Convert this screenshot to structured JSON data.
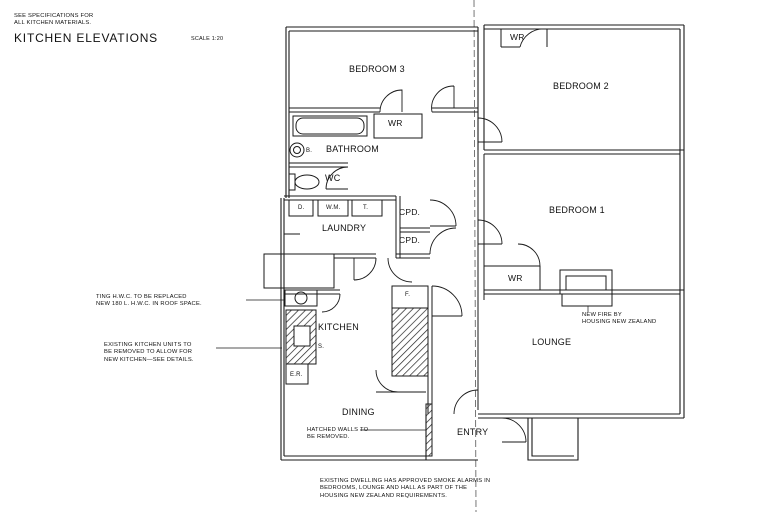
{
  "header": {
    "spec_note": "SEE SPECIFICATIONS FOR\nALL KITCHEN MATERIALS.",
    "title": "KITCHEN ELEVATIONS",
    "scale": "SCALE 1:20"
  },
  "rooms": {
    "bedroom3": "BEDROOM 3",
    "bedroom2": "BEDROOM 2",
    "bedroom1": "BEDROOM 1",
    "bathroom": "BATHROOM",
    "wc": "WC",
    "laundry": "LAUNDRY",
    "kitchen": "KITCHEN",
    "dining": "DINING",
    "lounge": "LOUNGE",
    "entry": "ENTRY"
  },
  "fixtures": {
    "wr_bed3": "WR",
    "wr_bed2": "WR",
    "wr_bed1": "WR",
    "cpd_upper": "CPD.",
    "cpd_lower": "CPD.",
    "laundry_d": "D.",
    "laundry_wm": "W.M.",
    "laundry_t": "T.",
    "basin_b": "B.",
    "fridge_f": "F.",
    "range_er": "E.R.",
    "sink_s": "S."
  },
  "notes": {
    "hwc": "TING H.W.C. TO BE REPLACED\nNEW 180 L. H.W.C. IN ROOF SPACE.",
    "kitchen_units": "EXISTING KITCHEN UNITS TO\nBE REMOVED TO ALLOW FOR\nNEW KITCHEN—SEE DETAILS.",
    "new_fire": "NEW FIRE BY\nHOUSING NEW ZEALAND",
    "hatched_walls": "HATCHED WALLS TO\nBE REMOVED.",
    "smoke_alarms": "EXISTING DWELLING HAS APPROVED SMOKE ALARMS IN\nBEDROOMS, LOUNGE AND HALL AS PART OF THE\nHOUSING NEW ZEALAND REQUIREMENTS."
  }
}
